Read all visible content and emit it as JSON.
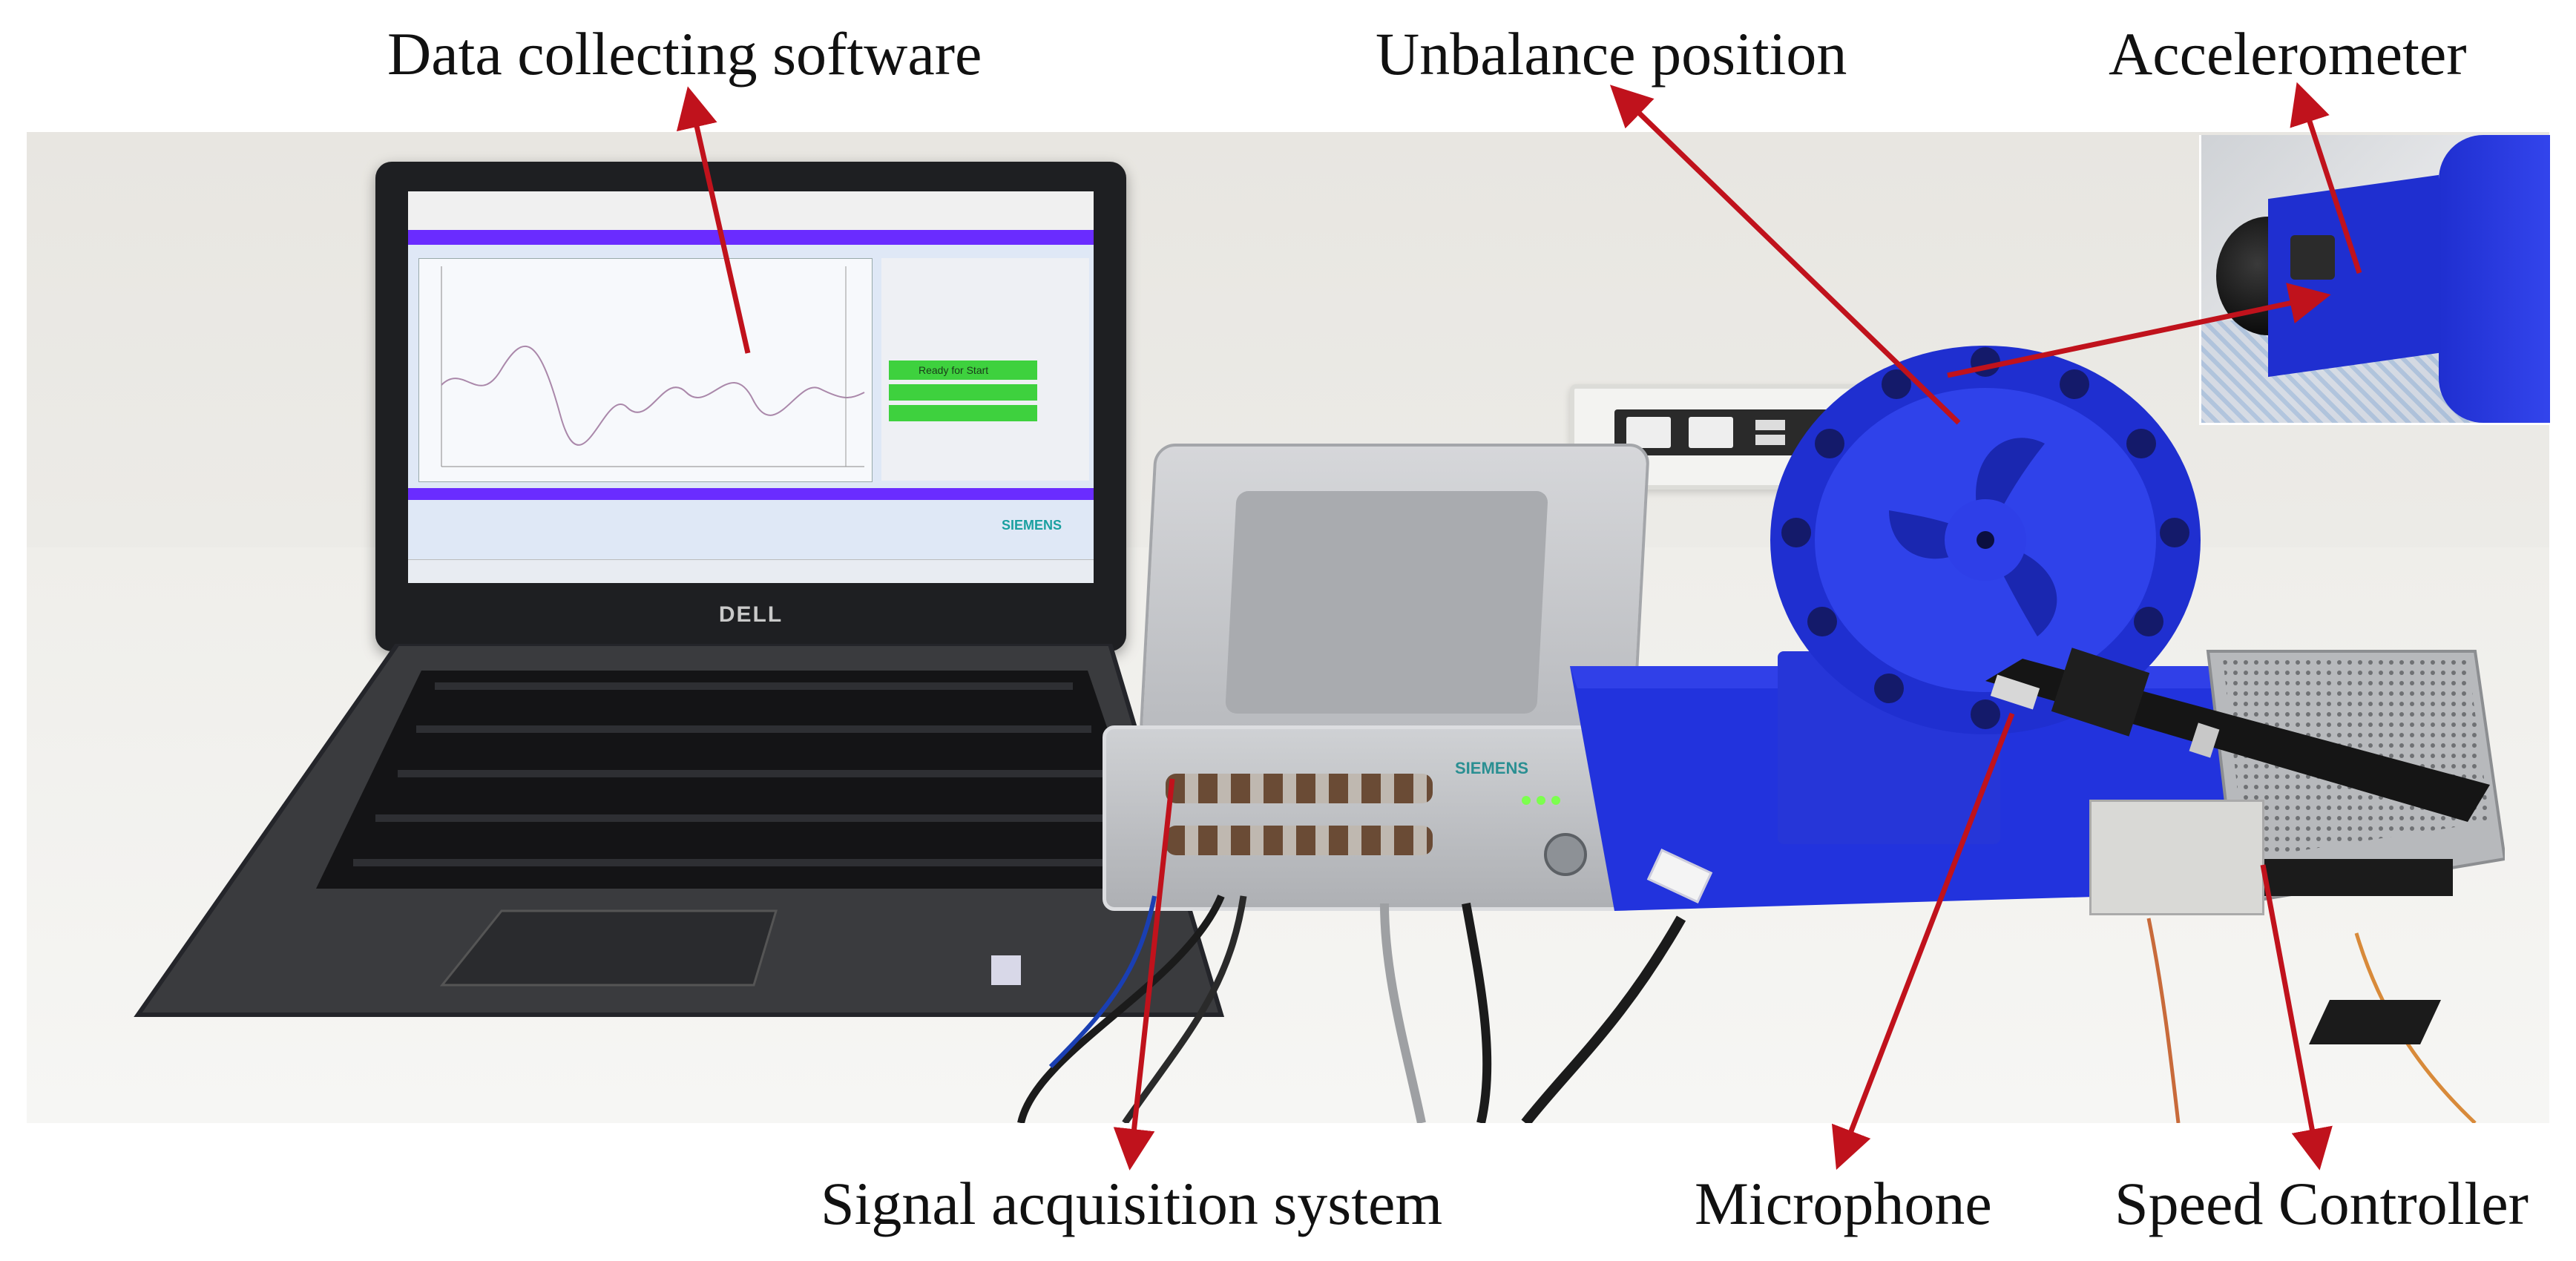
{
  "labels": {
    "data_collecting_software": "Data collecting software",
    "unbalance_position": "Unbalance position",
    "accelerometer": "Accelerometer",
    "signal_acquisition_system": "Signal acquisition system",
    "microphone": "Microphone",
    "speed_controller": "Speed Controller"
  },
  "device_text": {
    "laptop_brand": "DELL",
    "daq_brand": "SIEMENS",
    "screen_brand": "SIEMENS",
    "status_ready": "Ready for Start"
  },
  "colors": {
    "arrow": "#c0121c",
    "fan_blue": "#1f2fd0",
    "base_blue": "#2233dd",
    "screen_purple": "#6a2cff",
    "status_green": "#3ed13e"
  }
}
